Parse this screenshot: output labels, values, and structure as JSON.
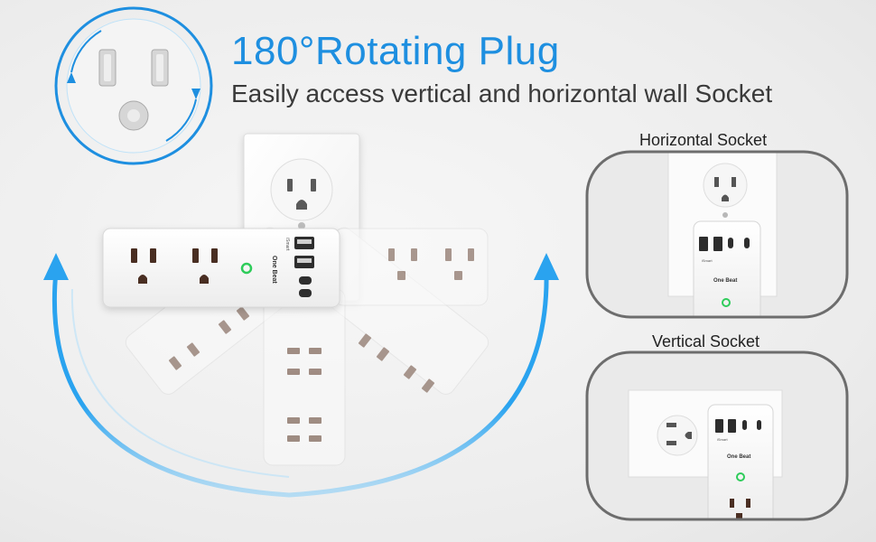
{
  "header": {
    "title": "180°Rotating Plug",
    "subtitle": "Easily access vertical and horizontal wall Socket"
  },
  "panels": {
    "horizontal_label": "Horizontal Socket",
    "vertical_label": "Vertical Socket"
  },
  "product": {
    "brand": "One Beat",
    "usb_tag": "iSmart"
  },
  "colors": {
    "accent": "#1e8fe0",
    "arrow": "#2aa3ef",
    "indicator": "#2ecc5a",
    "panel_border": "#6d6d6d"
  },
  "icons": {
    "rotate_plug": "rotating-plug-icon",
    "rotation_arrows": "curved-arrow-icon"
  }
}
